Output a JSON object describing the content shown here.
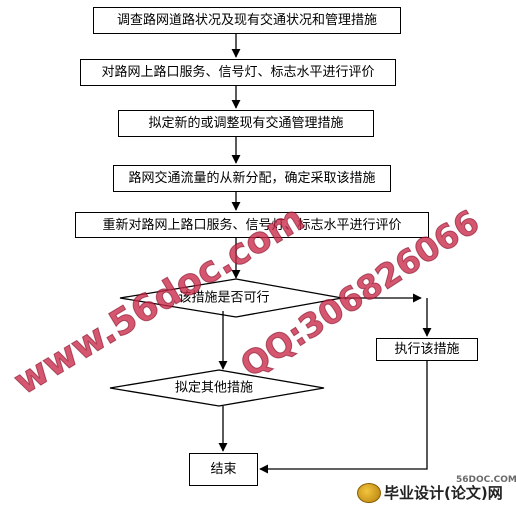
{
  "flowchart": {
    "steps": [
      "调查路网道路状况及现有交通状况和管理措施",
      "对路网上路口服务、信号灯、标志水平进行评价",
      "拟定新的或调整现有交通管理措施",
      "路网交通流量的从新分配，确定采取该措施",
      "重新对路网上路口服务、信号灯、标志水平进行评价"
    ],
    "decision_feasible": "该措施是否可行",
    "execute": "执行该措施",
    "decision_other": "拟定其他措施",
    "end": "结束"
  },
  "watermark": {
    "site": "www.56doc.com",
    "qq": "QQ:306826066",
    "corner_site": "56DOC.COM",
    "footer": "毕业设计(论文)网"
  },
  "colors": {
    "watermark": "#c82846",
    "line": "#000000"
  }
}
